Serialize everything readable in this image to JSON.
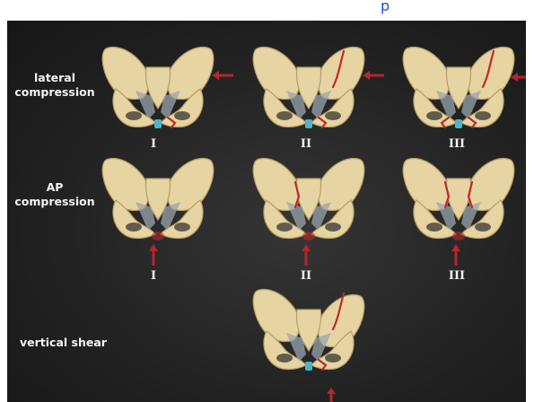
{
  "header": {
    "partial_glyph": "p"
  },
  "rows": [
    {
      "label_line1": "lateral",
      "label_line2": "compression"
    },
    {
      "label_line1": "AP",
      "label_line2": "compression"
    },
    {
      "label_line1": "vertical shear",
      "label_line2": ""
    }
  ],
  "grades": [
    "I",
    "II",
    "III"
  ],
  "colors": {
    "bone": "#e6d4a2",
    "bone_shadow": "#b79f66",
    "ligament": "#9aa4ad",
    "fracture": "#c2282a",
    "arrow": "#b8252a",
    "symphysis": "#4fb3c8",
    "background": "#222222",
    "text": "#f2f2f2"
  },
  "icons": {
    "pelvis": "pelvis-illustration-icon",
    "arrow_left": "arrow-left-icon",
    "arrow_up": "arrow-up-icon"
  }
}
